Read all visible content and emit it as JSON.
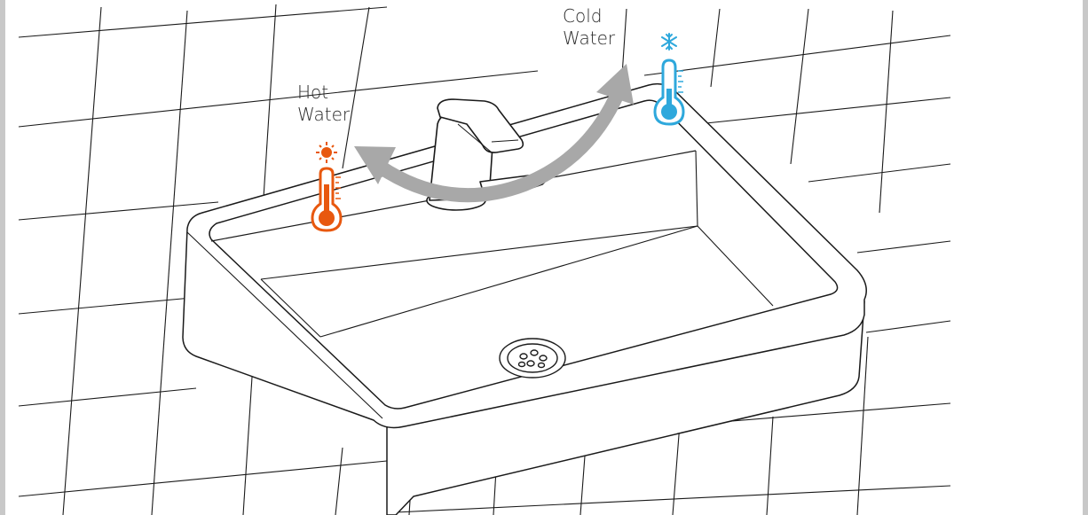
{
  "labels": {
    "hot_line1": "Hot",
    "hot_line2": "Water",
    "cold_line1": "Cold",
    "cold_line2": "Water"
  },
  "colors": {
    "hot": "#e8580f",
    "cold": "#2ea8dc",
    "arrow": "#a8a8a8",
    "line": "#1a1a1a"
  },
  "icons": {
    "hot": "sun-icon",
    "cold": "snowflake-icon",
    "thermometer": "thermometer-icon",
    "direction": "curved-double-arrow-icon"
  }
}
